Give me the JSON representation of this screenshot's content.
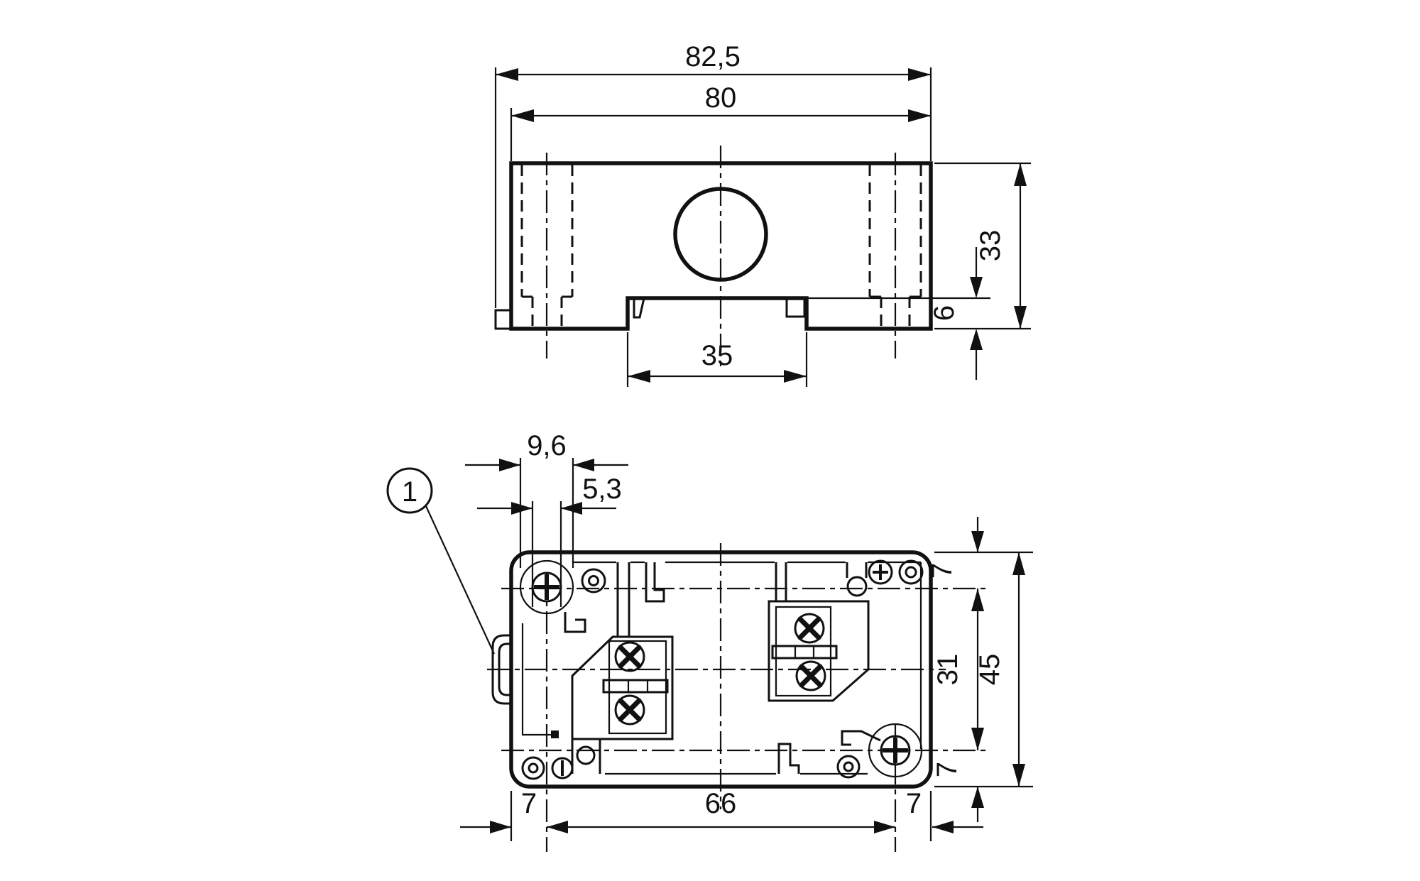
{
  "colors": {
    "ink": "#111111",
    "background": "#ffffff"
  },
  "views": {
    "top": {
      "dims": {
        "overall_width": "82,5",
        "body_width": "80",
        "height": "33",
        "rail_recess_depth": "6",
        "rail_slot_width": "35"
      }
    },
    "bottom": {
      "dims": {
        "boss_diameter": "9,6",
        "screw_slot_width": "5,3",
        "top_to_center": "7",
        "center_span": "31",
        "overall_height": "45",
        "center_to_bottom": "7",
        "edge_to_first_hole": "7",
        "hole_span": "66",
        "last_hole_to_edge": "7"
      },
      "callout": {
        "label": "1"
      }
    }
  }
}
